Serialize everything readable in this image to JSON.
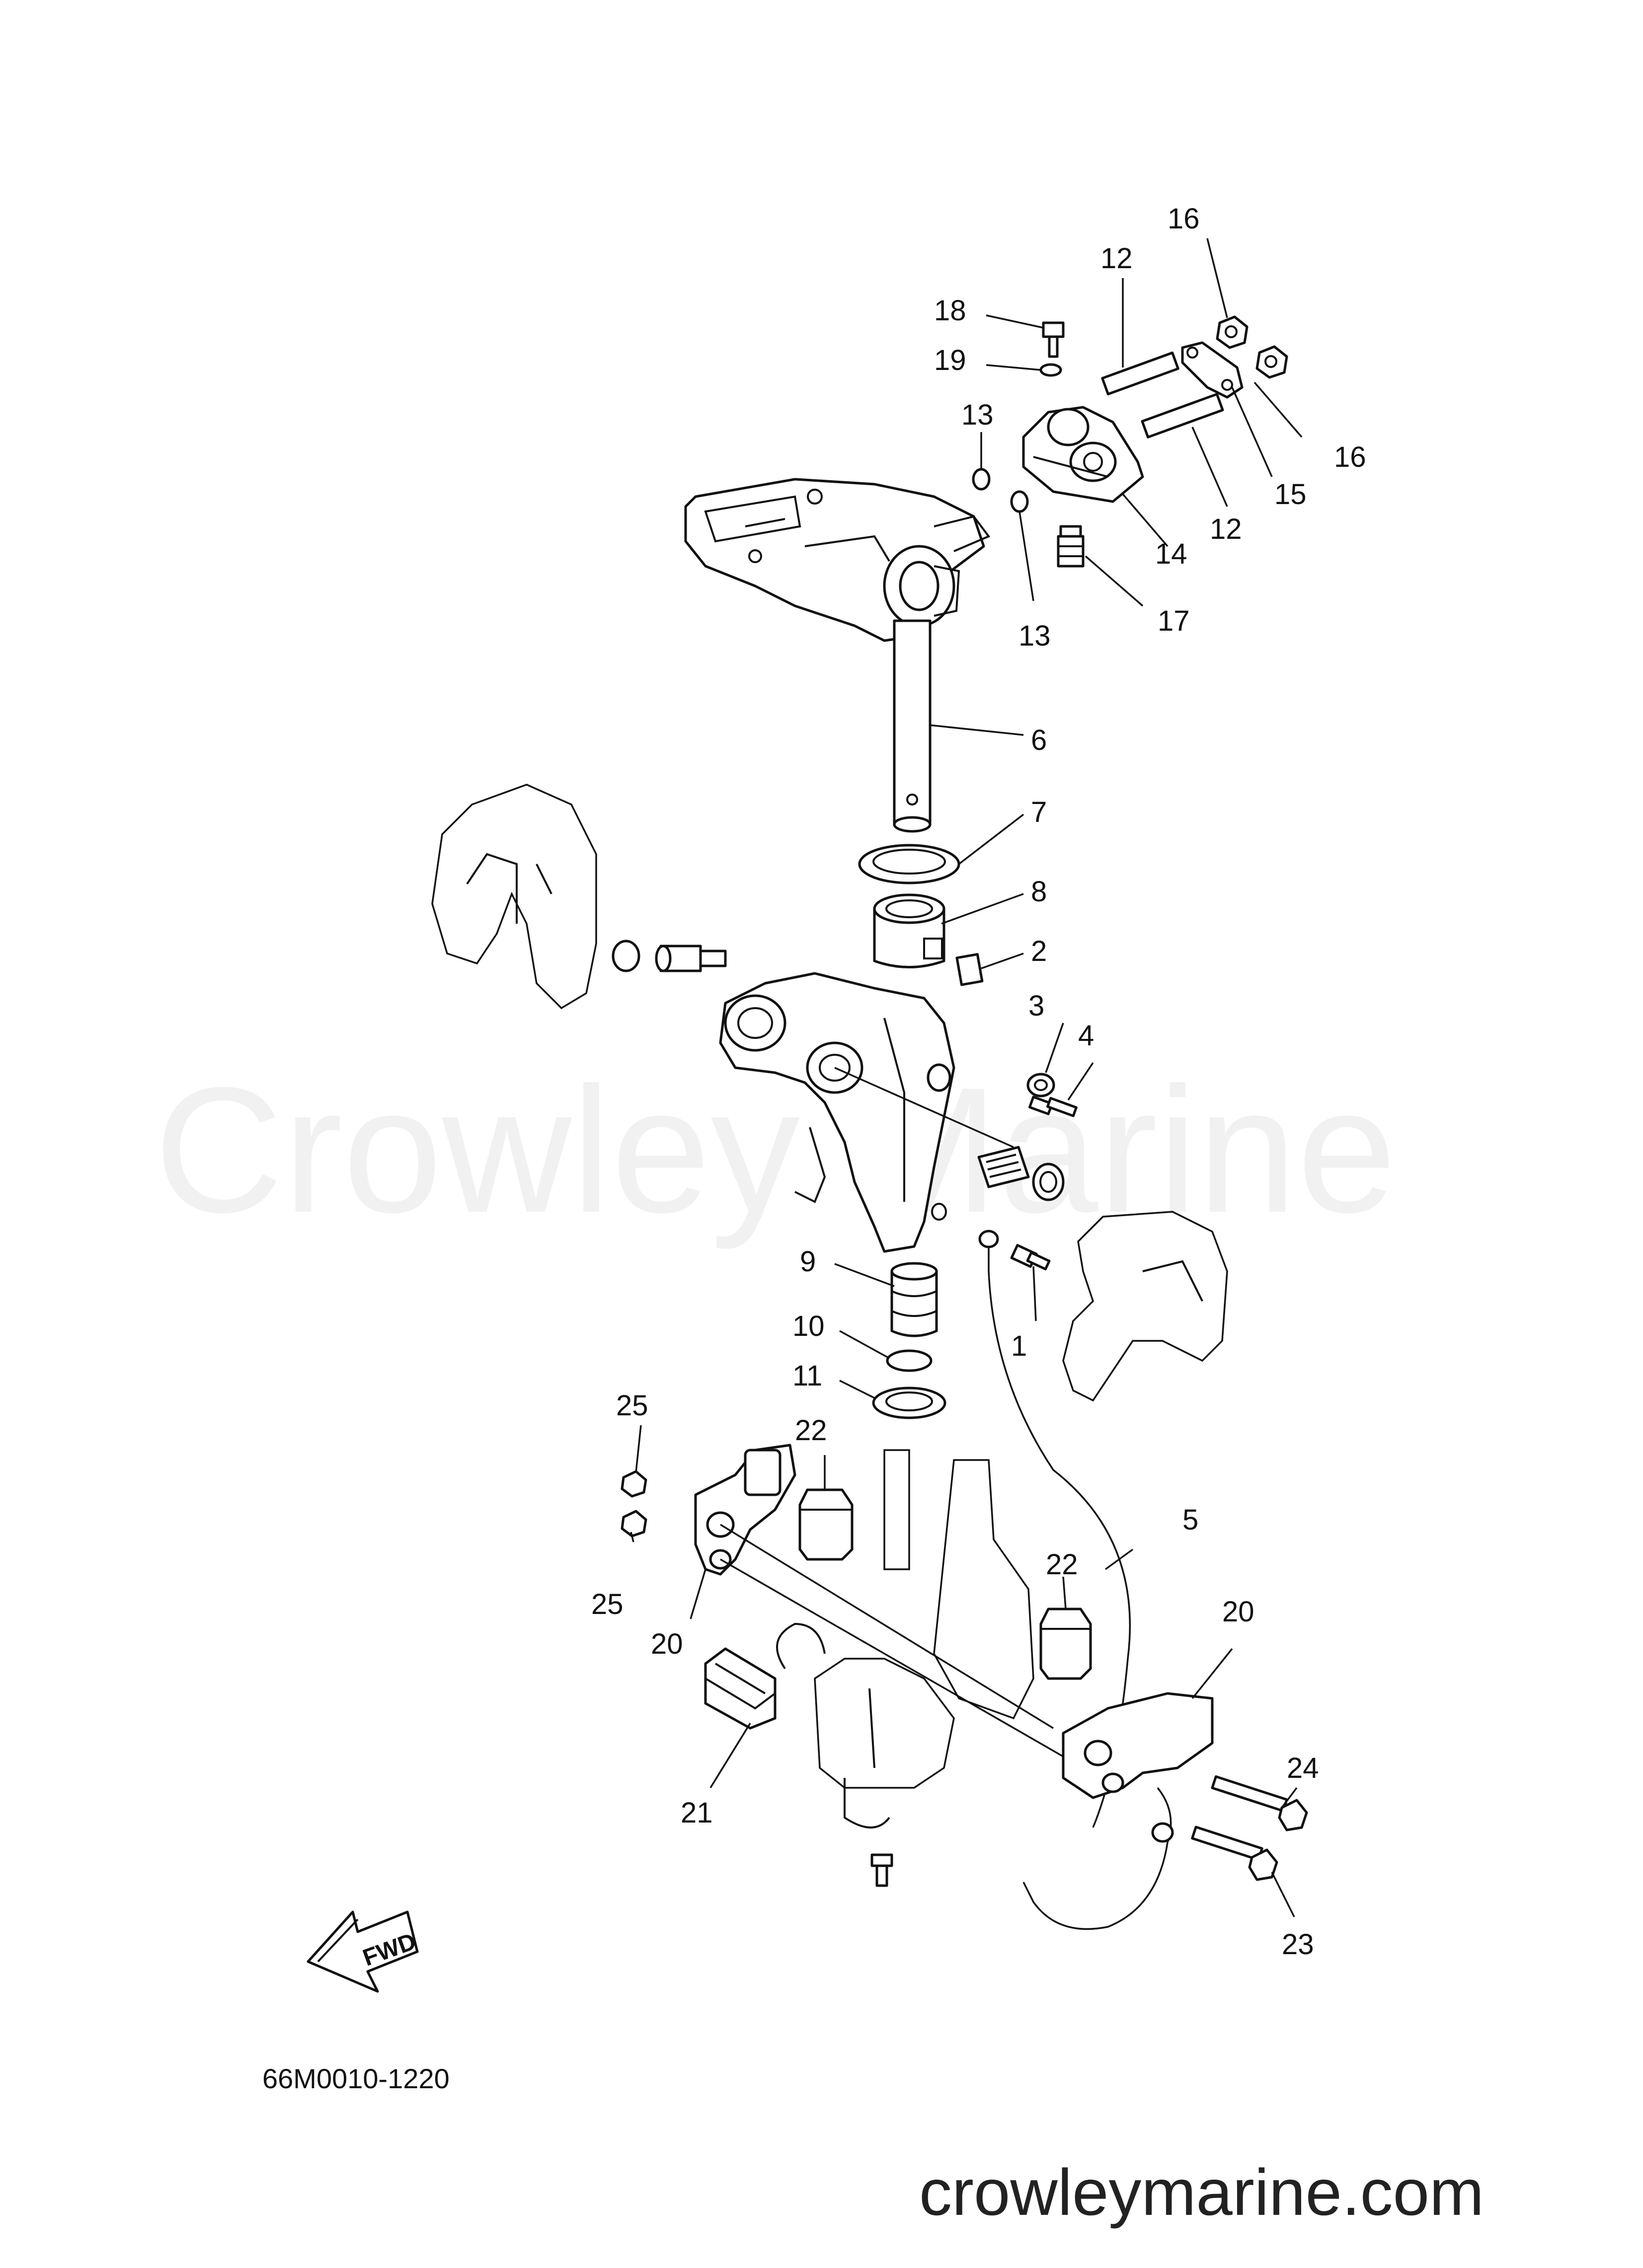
{
  "watermark": "Crowley Marine",
  "site": "crowleymarine.com",
  "diagram_code": "66M0010-1220",
  "fwd_label": "FWD",
  "callouts": {
    "c1": "1",
    "c2": "2",
    "c3": "3",
    "c4": "4",
    "c5": "5",
    "c6": "6",
    "c7": "7",
    "c8": "8",
    "c9": "9",
    "c10": "10",
    "c11": "11",
    "c12a": "12",
    "c12b": "12",
    "c13a": "13",
    "c13b": "13",
    "c14": "14",
    "c15": "15",
    "c16a": "16",
    "c16b": "16",
    "c17": "17",
    "c18": "18",
    "c19": "19",
    "c20a": "20",
    "c20b": "20",
    "c21": "21",
    "c22a": "22",
    "c22b": "22",
    "c23": "23",
    "c24": "24",
    "c25a": "25",
    "c25b": "25"
  }
}
